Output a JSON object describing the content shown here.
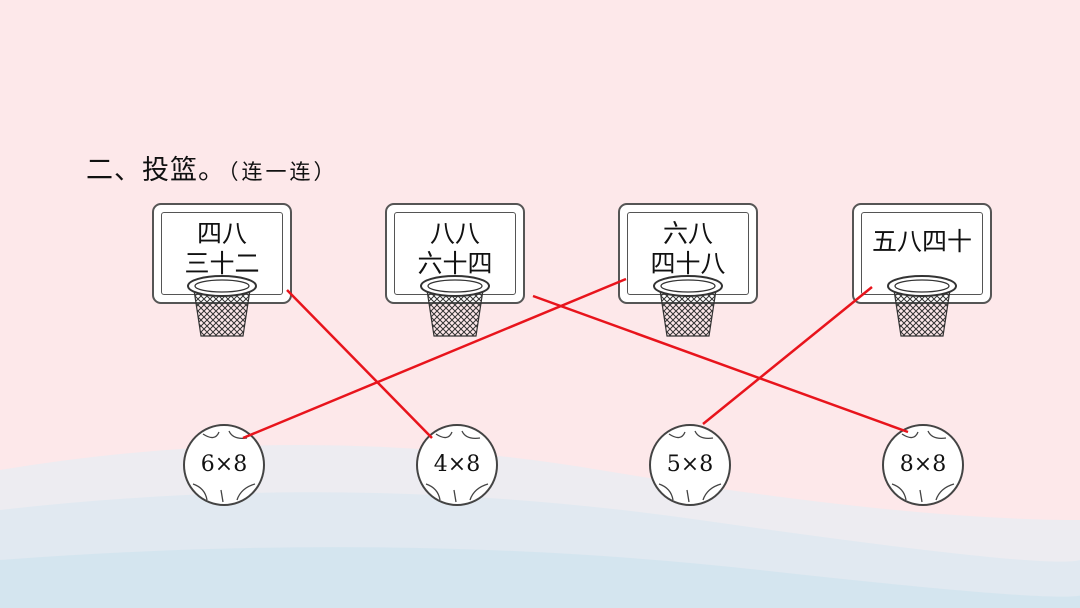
{
  "question": {
    "title": "二、投篮。",
    "hint": "（连一连）"
  },
  "boards": [
    {
      "line1": "四八",
      "line2": "三十二"
    },
    {
      "line1": "八八",
      "line2": "六十四"
    },
    {
      "line1": "六八",
      "line2": "四十八"
    },
    {
      "line1": "五八四十",
      "line2": ""
    }
  ],
  "balls": [
    {
      "label": "6×8"
    },
    {
      "label": "4×8"
    },
    {
      "label": "5×8"
    },
    {
      "label": "8×8"
    }
  ],
  "connections": [
    {
      "board": "四八三十二",
      "ball": "4×8"
    },
    {
      "board": "八八六十四",
      "ball": "8×8"
    },
    {
      "board": "六八四十八",
      "ball": "6×8"
    },
    {
      "board": "五八四十",
      "ball": "5×8"
    }
  ],
  "colors": {
    "background": "#fde8ea",
    "line": "#e8141c",
    "wave": "#d8e8f0"
  }
}
